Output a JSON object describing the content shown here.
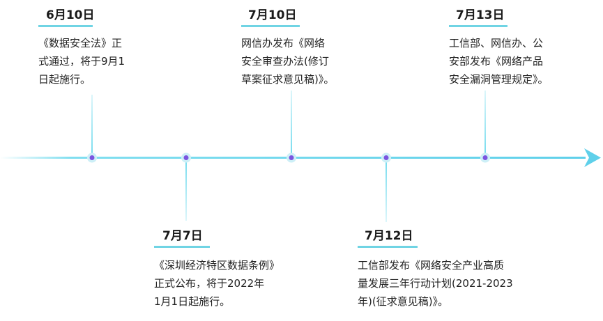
{
  "events": [
    {
      "date": "6月10日",
      "text_lines": [
        "《数据安全法》正",
        "式通过，将于9月1",
        "日起施行。"
      ]
    },
    {
      "date": "7月7日",
      "text_lines": [
        "《深圳经济特区数据条例》",
        "正式公布，将于2022年",
        "1月1日起施行。"
      ]
    },
    {
      "date": "7月10日",
      "text_lines": [
        "网信办发布《网络",
        "安全审查办法(修订",
        "草案征求意见稿)》。"
      ]
    },
    {
      "date": "7月12日",
      "text_lines": [
        "工信部发布《网络安全产业高质",
        "量发展三年行动计划(2021-2023",
        "年)(征求意见稿)》。"
      ]
    },
    {
      "date": "7月13日",
      "text_lines": [
        "工信部、网信办、公",
        "安部发布《网络产品",
        "安全漏洞管理规定》。"
      ]
    }
  ],
  "colors": {
    "line": "#73dbee",
    "dot": "#7b55e0",
    "underline": "#70d4e4"
  }
}
